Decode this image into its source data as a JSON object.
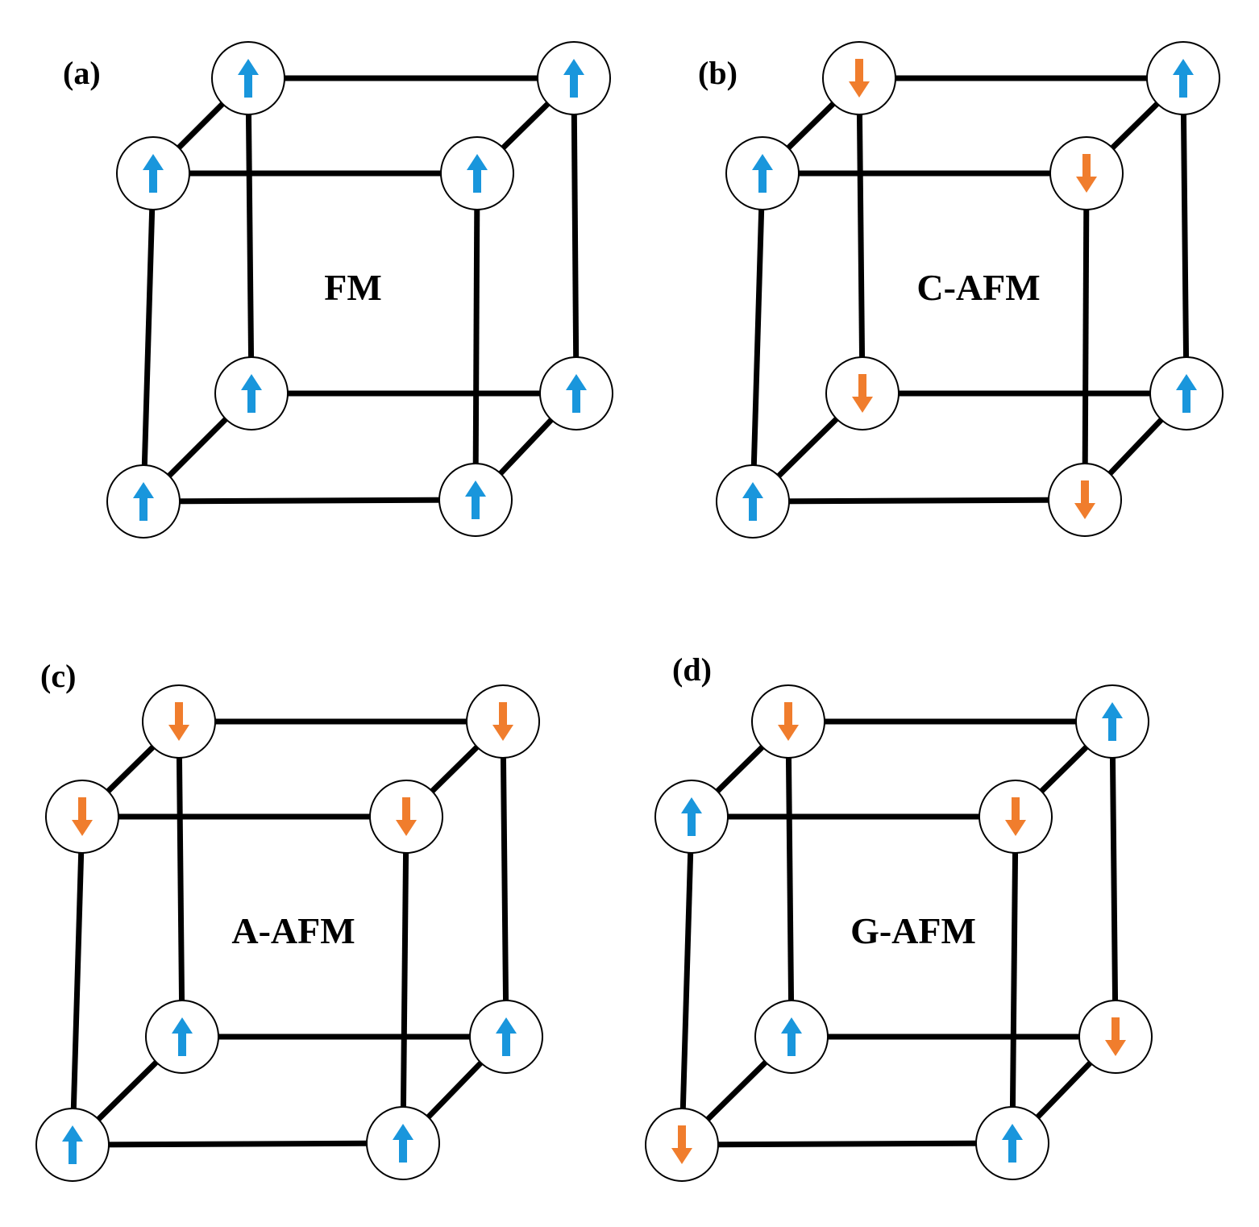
{
  "colors": {
    "spin_up": "#1996DC",
    "spin_down": "#F07D2D",
    "edge": "#000000",
    "node_fill": "#ffffff"
  },
  "panels": [
    {
      "id": "a",
      "label": "(a)",
      "order": "FM",
      "spins": {
        "top_back_left": "up",
        "top_back_right": "up",
        "top_front_left": "up",
        "top_front_right": "up",
        "bottom_back_left": "up",
        "bottom_back_right": "up",
        "bottom_front_left": "up",
        "bottom_front_right": "up"
      }
    },
    {
      "id": "b",
      "label": "(b)",
      "order": "C-AFM",
      "spins": {
        "top_back_left": "down",
        "top_back_right": "up",
        "top_front_left": "up",
        "top_front_right": "down",
        "bottom_back_left": "down",
        "bottom_back_right": "up",
        "bottom_front_left": "up",
        "bottom_front_right": "down"
      }
    },
    {
      "id": "c",
      "label": "(c)",
      "order": "A-AFM",
      "spins": {
        "top_back_left": "down",
        "top_back_right": "down",
        "top_front_left": "down",
        "top_front_right": "down",
        "bottom_back_left": "up",
        "bottom_back_right": "up",
        "bottom_front_left": "up",
        "bottom_front_right": "up"
      }
    },
    {
      "id": "d",
      "label": "(d)",
      "order": "G-AFM",
      "spins": {
        "top_back_left": "down",
        "top_back_right": "up",
        "top_front_left": "up",
        "top_front_right": "down",
        "bottom_back_left": "up",
        "bottom_back_right": "down",
        "bottom_front_left": "down",
        "bottom_front_right": "up"
      }
    }
  ]
}
